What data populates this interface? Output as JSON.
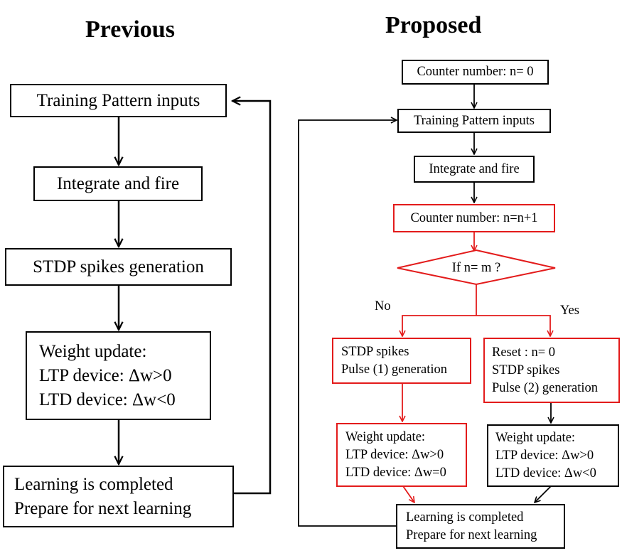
{
  "previous": {
    "title": "Previous",
    "training": "Training  Pattern inputs",
    "integrate": "Integrate and fire",
    "stdp": "STDP spikes generation",
    "weight": [
      "Weight update:",
      "LTP device: Δw>0",
      "LTD device: Δw<0"
    ],
    "learning": [
      "Learning is completed",
      "Prepare for next learning"
    ]
  },
  "proposed": {
    "title": "Proposed",
    "counter_init": "Counter number: n= 0",
    "training": "Training  Pattern inputs",
    "integrate": "Integrate and fire",
    "counter_inc": "Counter number: n=n+1",
    "decision": "If n= m ?",
    "no_label": "No",
    "yes_label": "Yes",
    "stdp1": [
      "STDP spikes",
      "Pulse (1) generation"
    ],
    "stdp2": [
      "Reset : n= 0",
      "STDP spikes",
      "Pulse (2) generation"
    ],
    "weight1": [
      "Weight update:",
      "LTP device: Δw>0",
      "LTD device: Δw=0"
    ],
    "weight2": [
      "Weight update:",
      "LTP device: Δw>0",
      "LTD device: Δw<0"
    ],
    "learning": [
      "Learning is completed",
      "Prepare for next learning"
    ]
  },
  "colors": {
    "black": "#000000",
    "red": "#e31b1b"
  }
}
